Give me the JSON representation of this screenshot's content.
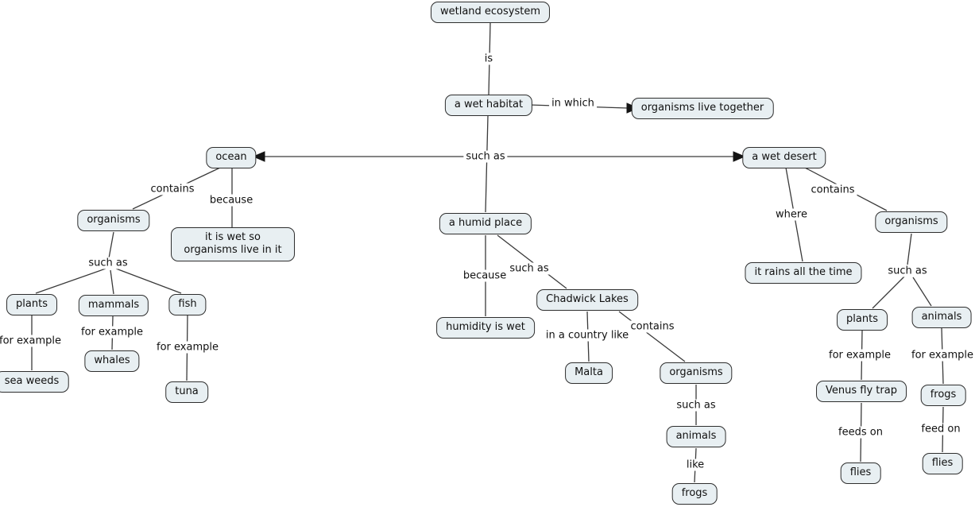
{
  "colors": {
    "background": "#ffffff",
    "node_fill": "#e8eff2",
    "node_border": "#2e2e2e",
    "line": "#3a3a3a",
    "text": "#101010"
  },
  "nodes": {
    "wetland_ecosystem": "wetland ecosystem",
    "a_wet_habitat": "a wet habitat",
    "organisms_live_together": "organisms live together",
    "ocean": "ocean",
    "a_wet_desert": "a wet desert",
    "ocean_organisms": "organisms",
    "ocean_note": "it is wet so organisms live in it",
    "ocean_plants": "plants",
    "mammals": "mammals",
    "fish": "fish",
    "sea_weeds": "sea weeds",
    "whales": "whales",
    "tuna": "tuna",
    "a_humid_place": "a humid place",
    "humidity_is_wet": "humidity is wet",
    "chadwick_lakes": "Chadwick Lakes",
    "malta": "Malta",
    "lakes_organisms": "organisms",
    "lakes_animals": "animals",
    "lakes_frogs": "frogs",
    "desert_organisms": "organisms",
    "it_rains_all_the_time": "it rains all the time",
    "desert_plants": "plants",
    "desert_animals": "animals",
    "venus_fly_trap": "Venus fly trap",
    "desert_frogs": "frogs",
    "plant_flies": "flies",
    "frog_flies": "flies"
  },
  "edge_labels": {
    "is": "is",
    "in_which": "in which",
    "such_as_main": "such as",
    "ocean_contains": "contains",
    "ocean_because": "because",
    "ocean_such_as": "such as",
    "plants_for_example": "for example",
    "mammals_for_example": "for example",
    "fish_for_example": "for example",
    "humid_because": "because",
    "humid_such_as": "such as",
    "in_a_country_like": "in a country like",
    "lakes_contains": "contains",
    "lakes_such_as": "such as",
    "like": "like",
    "where": "where",
    "desert_contains": "contains",
    "desert_such_as": "such as",
    "desert_plants_for_example": "for example",
    "desert_animals_for_example": "for example",
    "feeds_on": "feeds on",
    "feed_on": "feed on"
  }
}
